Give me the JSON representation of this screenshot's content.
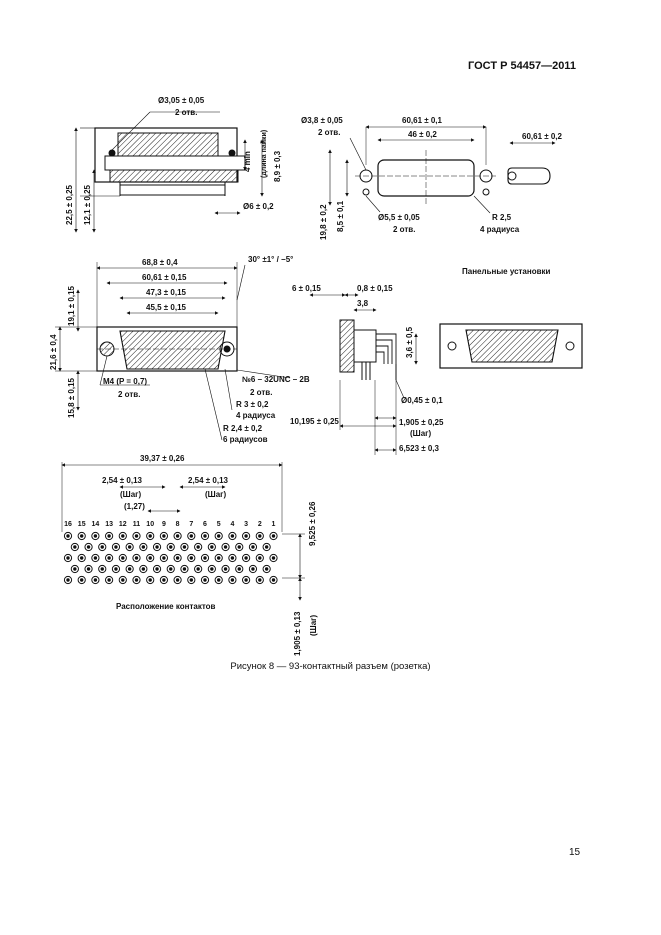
{
  "header": {
    "standard": "ГОСТ Р 54457—2011"
  },
  "caption": "Рисунок 8 — 93-контактный разъем (розетка)",
  "page_number": "15",
  "views": {
    "side_top": {
      "hole_dia": "Ø3,05 ± 0,05",
      "hole_qty": "2 отв.",
      "min_len": "4 min",
      "pin_len_note": "(длина пайки)",
      "solder_len": "8,9 ± 0,3",
      "height_total": "22,5 ± 0,25",
      "height_body": "12,1 ± 0,25",
      "shell_dia": "Ø6 ± 0,2"
    },
    "panel_cutout": {
      "hole_dia": "Ø3,8 ± 0,05",
      "hole_qty": "2 отв.",
      "width_outer": "60,61 ± 0,1",
      "width_inner": "46 ± 0,2",
      "height_outer": "19,8 ± 0,2",
      "height_inner": "8,5 ± 0,1",
      "cut_dia": "Ø5,5 ± 0,05",
      "cut_qty": "2 отв.",
      "radius": "R 2,5",
      "radius_qty": "4 радиуса",
      "detail_width": "60,61 ± 0,2"
    },
    "front": {
      "chamfer_angle": "30° ±1° / −5°",
      "width_overall": "68,8 ± 0,4",
      "width_mount": "60,61 ± 0,15",
      "width_shell": "47,3 ± 0,15",
      "width_insert": "45,5 ± 0,15",
      "height_flange": "21,6 ± 0,4",
      "height_shell": "19,1 ± 0,15",
      "height_insert": "15,8 ± 0,15",
      "thread_left": "M4 (P = 0,7)",
      "thread_left_qty": "2 отв.",
      "thread_right": "№6 – 32UNC – 2B",
      "thread_right_qty": "2 отв.",
      "radius_a": "R 3 ± 0,2",
      "radius_a_qty": "4 радиуса",
      "radius_b": "R 2,4 ± 0,2",
      "radius_b_qty": "6 радиусов"
    },
    "side_panel": {
      "title": "Панельные установки",
      "dim_a": "6 ± 0,15",
      "dim_b": "0,8 ± 0,15",
      "dim_c": "3,8",
      "dim_h": "3,6 ± 0,5",
      "dim_d": "Ø0,45 ± 0,1",
      "dim_e": "10,195 ± 0,25",
      "dim_f": "1,905 ± 0,25",
      "dim_f_note": "(Шаг)",
      "dim_g": "6,523 ± 0,3"
    },
    "contacts": {
      "width": "39,37 ± 0,26",
      "pitch_a": "2,54 ± 0,13",
      "pitch_a_note": "(Шаг)",
      "pitch_b": "2,54 ± 0,13",
      "pitch_b_note": "(Шаг)",
      "offset": "(1,27)",
      "height": "9,525 ± 0,26",
      "row_pitch": "1,905 ± 0,13",
      "row_pitch_note": "(Шаг)",
      "label": "Расположение контактов",
      "column_numbers": [
        "16",
        "15",
        "14",
        "13",
        "12",
        "11",
        "10",
        "9",
        "8",
        "7",
        "6",
        "5",
        "4",
        "3",
        "2",
        "1"
      ]
    }
  }
}
